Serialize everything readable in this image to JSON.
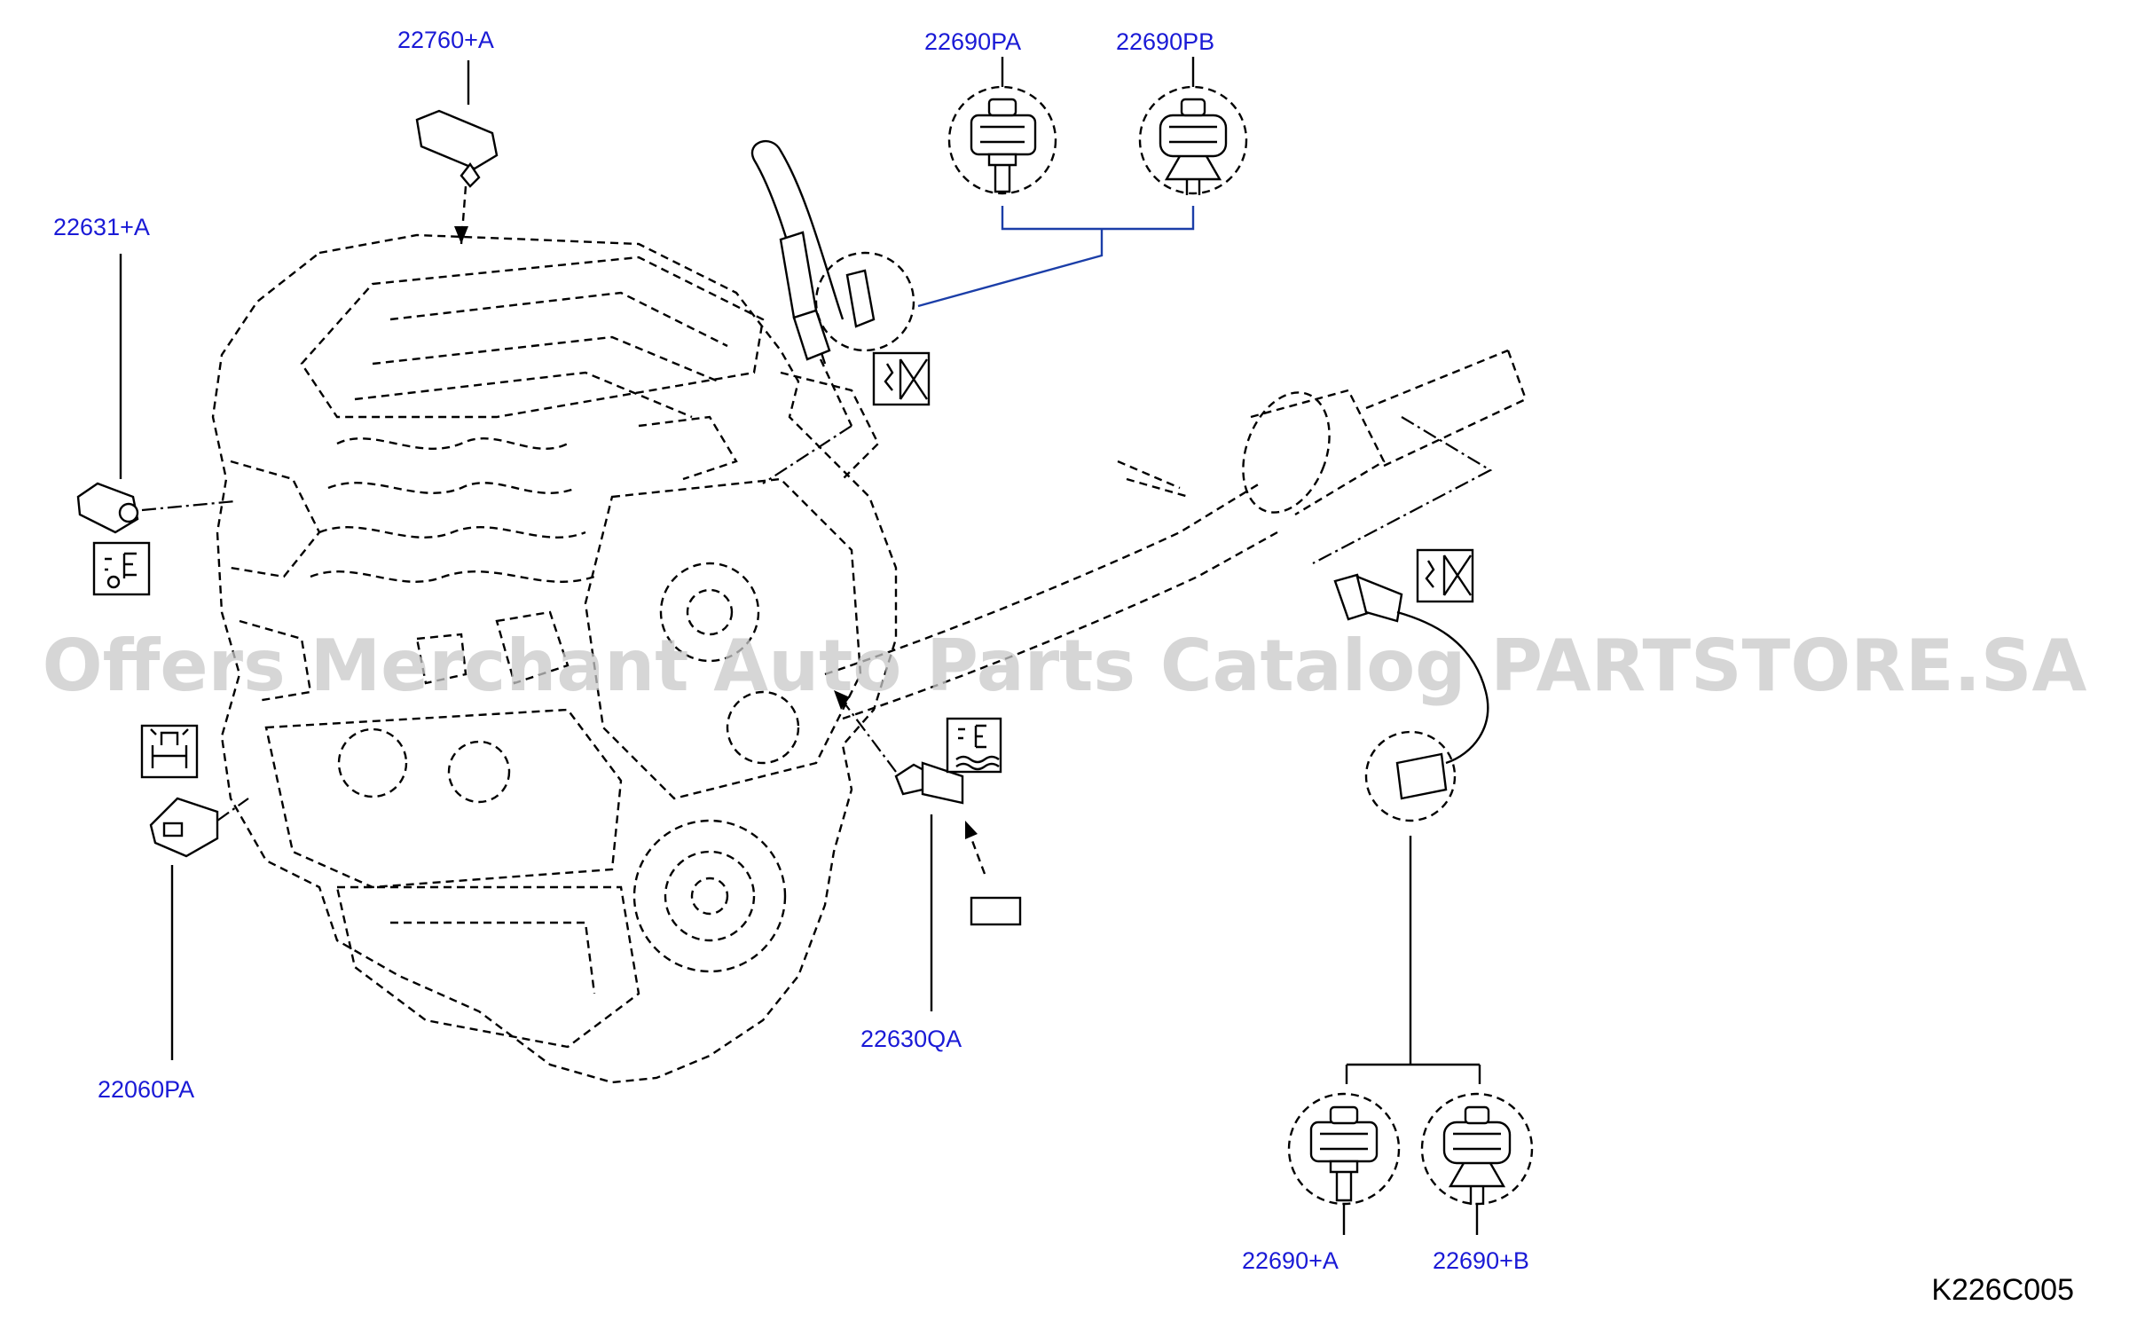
{
  "diagram": {
    "code": "K226C005",
    "watermark": "Offers Merchant Auto Parts Catalog PARTSTORE.SA",
    "part_labels": {
      "p22760A": "22760+A",
      "p22631A": "22631+A",
      "p22060PA": "22060PA",
      "p22630QA": "22630QA",
      "p22690PA": "22690PA",
      "p22690PB": "22690PB",
      "p22690A": "22690+A",
      "p22690B": "22690+B"
    }
  }
}
